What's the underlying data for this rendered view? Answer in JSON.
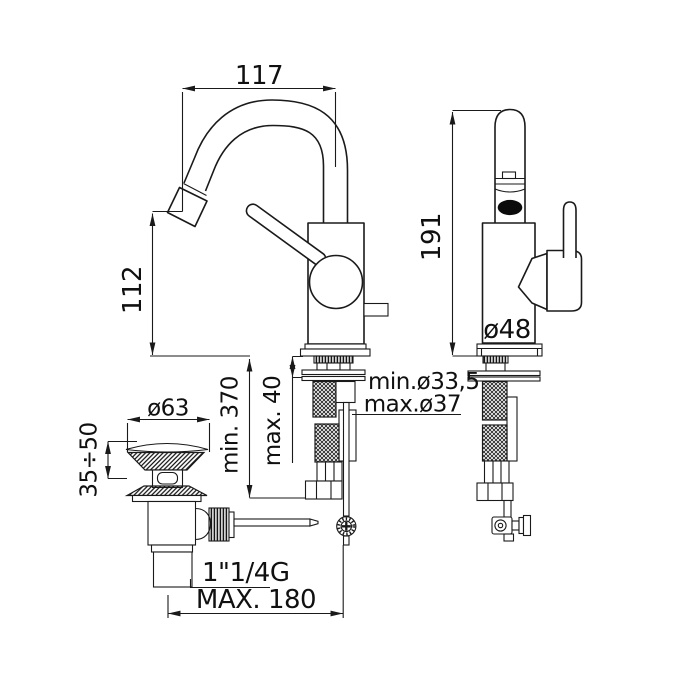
{
  "drawing": {
    "type": "technical-dimension-drawing",
    "subject": "single-lever bidet mixer with pop-up waste, front and side views",
    "colors": {
      "background": "#ffffff",
      "line": "#1a1a1a",
      "text": "#101010"
    },
    "views": {
      "front_view": "faucet front view with gooseneck spout",
      "side_view": "faucet side view with lever handle",
      "waste": "pop-up waste drain assembly"
    },
    "dimensions": {
      "spout_reach": "117",
      "spout_height": "112",
      "overall_height": "191",
      "body_diameter": "ø48",
      "hose_min_length": "min. 370",
      "deck_max_thickness": "max. 40",
      "hole_diameter_min": "min.ø33,5",
      "hole_diameter_max": "max.ø37",
      "waste_cap_diameter": "ø63",
      "waste_height_range": "35÷50",
      "waste_thread": "1\"1/4G",
      "rod_max_length": "MAX. 180"
    }
  }
}
